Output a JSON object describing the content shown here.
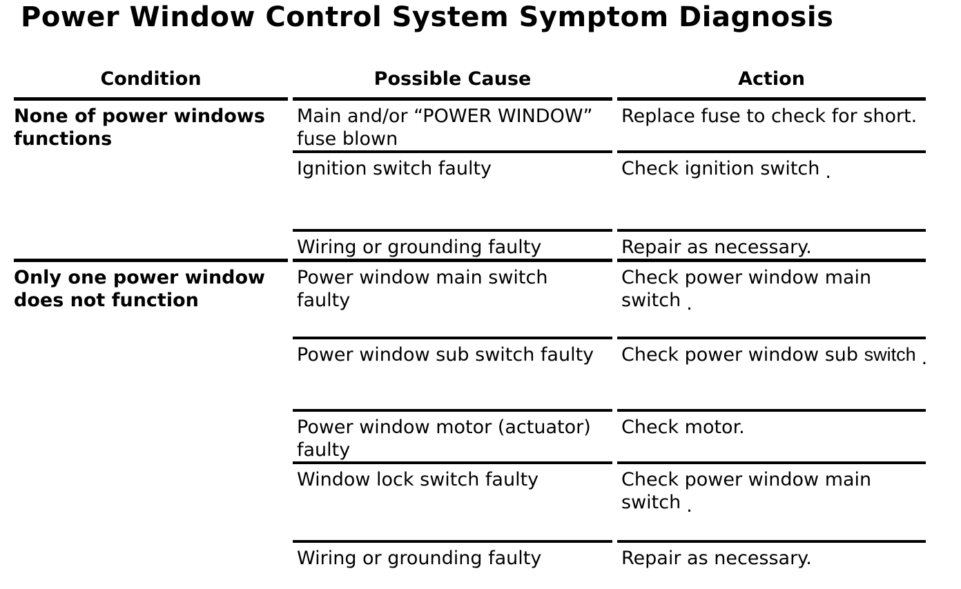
{
  "title": "Power Window Control System Symptom Diagnosis",
  "colors": {
    "text": "#000000",
    "background": "#ffffff",
    "rule": "#000000"
  },
  "table": {
    "headers": [
      "Condition",
      "Possible Cause",
      "Action"
    ],
    "rows": [
      {
        "condition": "None of power windows\nfunctions",
        "cause": "Main and/or “POWER WINDOW”\nfuse blown",
        "action_text": "Replace fuse to check for short.",
        "action_alt": "",
        "action_suffix": ""
      },
      {
        "condition": "",
        "cause": "Ignition switch faulty",
        "action_text": "Check ignition switch",
        "action_alt": "",
        "action_suffix": "."
      },
      {
        "condition": "",
        "cause": "Wiring or grounding faulty",
        "action_text": "Repair as necessary.",
        "action_alt": "",
        "action_suffix": ""
      },
      {
        "condition": "Only one power window\ndoes not function",
        "cause": "Power window main switch\nfaulty",
        "action_text": "Check power window main\nswitch",
        "action_alt": "",
        "action_suffix": "."
      },
      {
        "condition": "",
        "cause": "Power window sub switch faulty",
        "action_text": "Check power window sub ",
        "action_alt": "switch",
        "action_suffix": "."
      },
      {
        "condition": "",
        "cause": "Power window motor (actuator)\nfaulty",
        "action_text": "Check motor.",
        "action_alt": "",
        "action_suffix": ""
      },
      {
        "condition": "",
        "cause": "Window lock switch faulty",
        "action_text": "Check power window main\nswitch",
        "action_alt": "",
        "action_suffix": "."
      },
      {
        "condition": "",
        "cause": "Wiring or grounding faulty",
        "action_text": "Repair as necessary.",
        "action_alt": "",
        "action_suffix": ""
      }
    ]
  }
}
